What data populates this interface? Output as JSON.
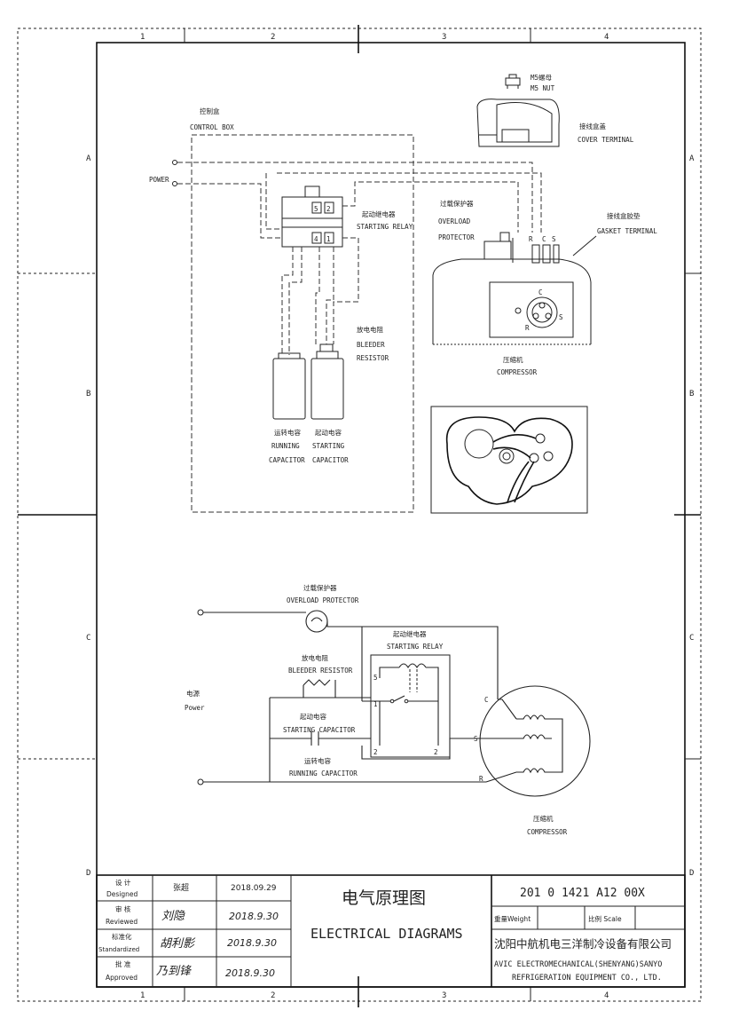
{
  "zones": {
    "columns": [
      "1",
      "2",
      "3",
      "4"
    ],
    "rows": [
      "A",
      "B",
      "C",
      "D"
    ]
  },
  "top": {
    "nut_cn": "M5螺母",
    "nut_en": "M5 NUT",
    "cover_cn": "接线盒盖",
    "cover_en": "COVER TERMINAL",
    "control_box_cn": "控制盒",
    "control_box_en": "CONTROL BOX",
    "power": "POWER",
    "relay_cn": "起动继电器",
    "relay_en": "STARTING RELAY",
    "overload_cn": "过载保护器",
    "overload_en1": "OVERLOAD",
    "overload_en2": "PROTECTOR",
    "gasket_cn": "接线盒胶垫",
    "gasket_en": "GASKET TERMINAL",
    "bleeder_cn": "放电电阻",
    "bleeder_en1": "BLEEDER",
    "bleeder_en2": "RESISTOR",
    "compressor_cn": "压缩机",
    "compressor_en": "COMPRESSOR",
    "running_cap_cn": "运转电容",
    "running_cap_en1": "RUNNING",
    "running_cap_en2": "CAPACITOR",
    "starting_cap_cn": "起动电容",
    "starting_cap_en1": "STARTING",
    "starting_cap_en2": "CAPACITOR",
    "relay_pins": [
      "5",
      "2",
      "4",
      "1"
    ],
    "terminal_pins": [
      "R",
      "C",
      "S"
    ],
    "terminal_face": [
      "C",
      "S",
      "R"
    ]
  },
  "schematic": {
    "overload_cn": "过载保护器",
    "overload_en": "OVERLOAD PROTECTOR",
    "relay_cn": "起动继电器",
    "relay_en": "STARTING RELAY",
    "bleeder_cn": "放电电阻",
    "bleeder_en": "BLEEDER RESISTOR",
    "power_cn": "电源",
    "power_en": "Power",
    "starting_cap_cn": "起动电容",
    "starting_cap_en": "STARTING CAPACITOR",
    "running_cap_cn": "运转电容",
    "running_cap_en": "RUNNING CAPACITOR",
    "compressor_cn": "压缩机",
    "compressor_en": "COMPRESSOR",
    "relay_pins": [
      "5",
      "1",
      "2",
      "2"
    ],
    "motor_terminals": [
      "C",
      "S",
      "R"
    ]
  },
  "title_block": {
    "designed_cn": "设 计",
    "designed_en": "Designed",
    "reviewed_cn": "审 核",
    "reviewed_en": "Reviewed",
    "standardized_cn": "标准化",
    "standardized_en": "Standardized",
    "approved_cn": "批 准",
    "approved_en": "Approved",
    "designer": "张超",
    "designed_date": "2018.09.29",
    "reviewed_sig": "刘隐",
    "reviewed_date": "2018.9.30",
    "standardized_sig": "胡利影",
    "standardized_date": "2018.9.30",
    "approved_sig": "乃到锋",
    "approved_date": "2018.9.30",
    "title_cn": "电气原理图",
    "title_en": "ELECTRICAL DIAGRAMS",
    "drawing_no": "201 0 1421 A12 00X",
    "weight_label": "重量Weight",
    "scale_label": "比例 Scale",
    "company_cn": "沈阳中航机电三洋制冷设备有限公司",
    "company_en1": "AVIC ELECTROMECHANICAL(SHENYANG)SANYO",
    "company_en2": "REFRIGERATION EQUIPMENT CO., LTD."
  }
}
